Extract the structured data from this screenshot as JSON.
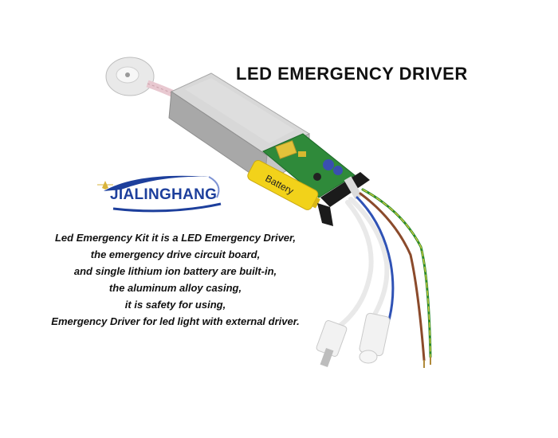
{
  "title": "LED EMERGENCY DRIVER",
  "logo": {
    "brand": "JIALINGHANG"
  },
  "battery_label": "Battery",
  "description": [
    "Led Emergency Kit it is a LED Emergency Driver,",
    "the emergency drive circuit board,",
    "and single lithium ion battery are built-in,",
    "the aluminum alloy casing,",
    "it is safety for using,",
    "Emergency Driver for led light with external driver."
  ],
  "colors": {
    "brand_blue": "#1d3f9c",
    "battery_yellow": "#f2d21a",
    "pcb_green": "#2f8a3a",
    "casing_silver": "#b9b9b9"
  }
}
